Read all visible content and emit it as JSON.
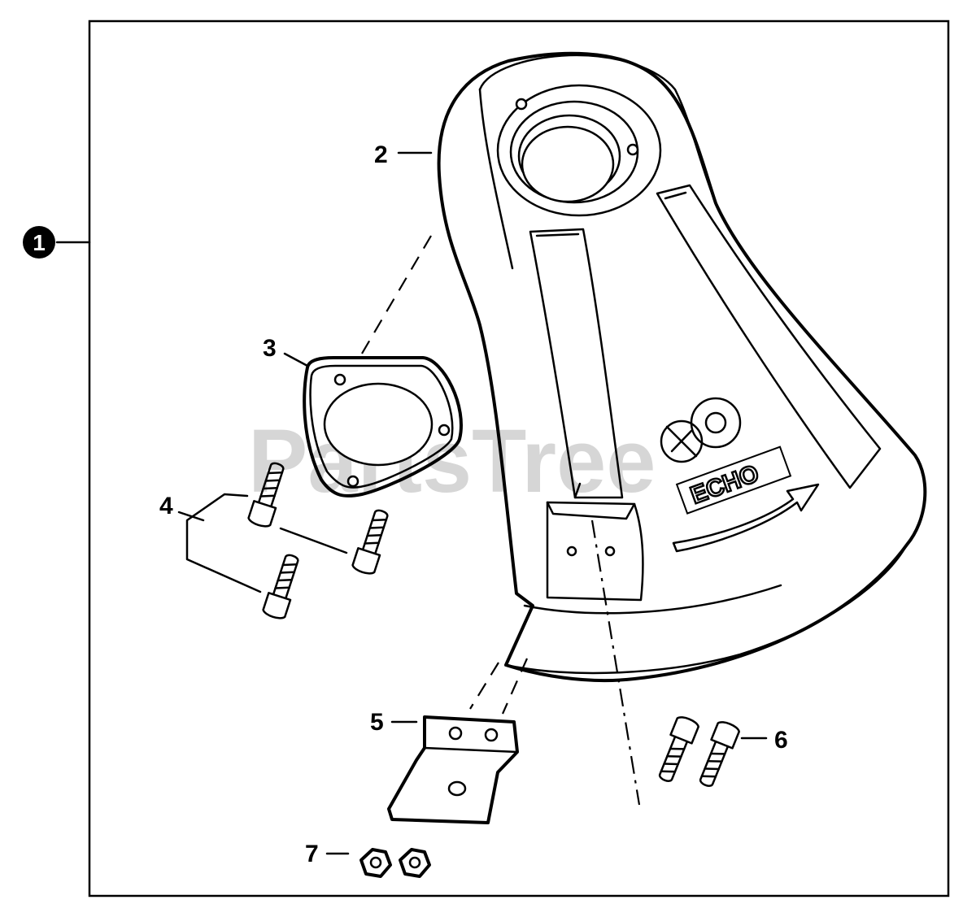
{
  "watermark": "PartsTree",
  "logo": {
    "brand_text": "ECHO"
  },
  "callouts": [
    {
      "id": "1",
      "label": "1",
      "style": "circle"
    },
    {
      "id": "2",
      "label": "2"
    },
    {
      "id": "3",
      "label": "3"
    },
    {
      "id": "4",
      "label": "4"
    },
    {
      "id": "5",
      "label": "5"
    },
    {
      "id": "6",
      "label": "6"
    },
    {
      "id": "7",
      "label": "7"
    }
  ],
  "colors": {
    "line": "#000000",
    "background": "#ffffff",
    "watermark": "#c9c9c9"
  }
}
